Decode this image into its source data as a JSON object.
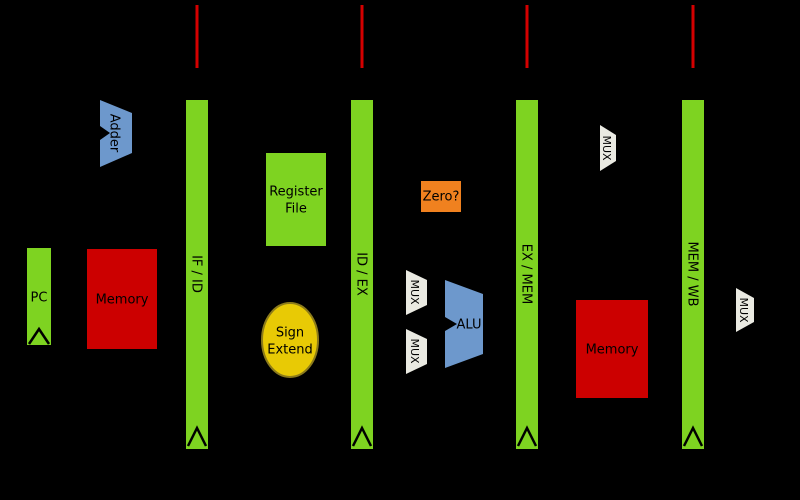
{
  "colors": {
    "background": "#000000",
    "register_green": "#7ed321",
    "memory_red": "#cc0000",
    "clock_line_red": "#d40000",
    "alu_blue": "#6d98cc",
    "mux_fill": "#eaeae2",
    "sign_extend_yellow": "#e8ca05",
    "sign_extend_border": "#8c7b1a",
    "zero_orange": "#f0811f",
    "label_text": "#000000"
  },
  "registers": {
    "pc": {
      "label": "PC"
    },
    "if_id": {
      "label": "IF / ID"
    },
    "id_ex": {
      "label": "ID / EX"
    },
    "ex_mem": {
      "label": "EX / MEM"
    },
    "mem_wb": {
      "label": "MEM / WB"
    }
  },
  "components": {
    "adder": {
      "label": "Adder"
    },
    "instruction_memory": {
      "label": "Memory"
    },
    "register_file": {
      "line1": "Register",
      "line2": "File"
    },
    "sign_extend": {
      "line1": "Sign",
      "line2": "Extend"
    },
    "zero_flag": {
      "label": "Zero?"
    },
    "alu": {
      "label": "ALU"
    },
    "data_memory": {
      "label": "Memory"
    },
    "muxes": [
      {
        "label": "MUX"
      },
      {
        "label": "MUX"
      },
      {
        "label": "MUX"
      },
      {
        "label": "MUX"
      }
    ]
  }
}
